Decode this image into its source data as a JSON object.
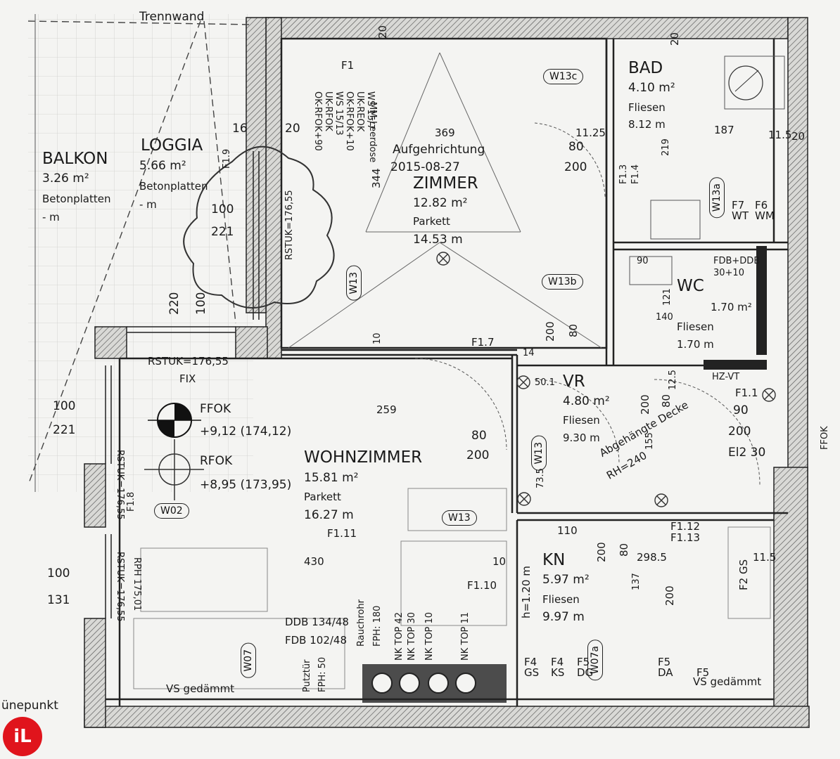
{
  "rooms": {
    "balkon": {
      "name": "BALKON",
      "area": "3.26  m²",
      "floor": "Betonplatten",
      "perimeter": "-          m"
    },
    "loggia": {
      "name": "LOGGIA",
      "area": "5.66  m²",
      "floor": "Betonplatten",
      "perimeter": "-          m"
    },
    "zimmer": {
      "name": "ZIMMER",
      "area": "12.82 m²",
      "floor": "Parkett",
      "perimeter": "14.53  m",
      "note1": "Aufgehrichtung",
      "note2": "2015-08-27",
      "dim": "369"
    },
    "bad": {
      "name": "BAD",
      "area": "4.10  m²",
      "floor": "Fliesen",
      "perimeter": "8.12   m"
    },
    "wc": {
      "name": "WC",
      "area": "1.70  m²",
      "floor": "Fliesen",
      "perimeter": "1.70   m"
    },
    "vr": {
      "name": "VR",
      "area": "4.80  m²",
      "floor": "Fliesen",
      "perimeter": "9.30   m"
    },
    "wohnzimmer": {
      "name": "WOHNZIMMER",
      "area": "15.81 m²",
      "floor": "Parkett",
      "perimeter": "16.27   m"
    },
    "kn": {
      "name": "KN",
      "area": "5.97  m²",
      "floor": "Fliesen",
      "perimeter": "9.97   m"
    }
  },
  "levels": {
    "ffok_label": "FFOK",
    "ffok_value": "+9,12 (174,12)",
    "rfok_label": "RFOK",
    "rfok_value": "+8,95 (173,95)"
  },
  "notes": {
    "trennwand": "Trennwand",
    "rstuk_top": "RSTUK=176,55",
    "fix": "FIX",
    "rstuk_left": "RSTUK=176,55",
    "rstuk_loggia": "RSTUK=176,55",
    "rstuk_lower": "RSTUK=176,55",
    "rph": "RPH 175,01",
    "abgehaengte1": "Abgehängte Decke",
    "abgehaengte2": "RH=240",
    "ddb": "DDB 134/48",
    "fdb": "FDB 102/48",
    "vs_left": "VS gedämmt",
    "vs_right": "VS gedämmt",
    "rauchrohr": "Rauchrohr",
    "fph": "FPH: 180",
    "putztuer": "Putztür",
    "fph50": "FPH: 50",
    "window_spec": [
      "WS 15/7",
      "UK-REOK",
      "OK-RFOK+10",
      "WS 15/13",
      "UK-RFOK",
      "OK-RFOK+90"
    ],
    "nk_top": [
      "NK TOP 42",
      "NK TOP 30",
      "NK TOP 10",
      "NK TOP 11"
    ],
    "mm": "MM-Leerdose",
    "el": "El2 30",
    "hz": "HZ-VT",
    "fdb_wc": "FDB+DDB",
    "fdb_wc2": "30+10",
    "fok": "FFOK",
    "gruene": "ünepunkt"
  },
  "tags": {
    "w13c": "W13c",
    "w13b": "W13b",
    "w13_z": "W13",
    "w13_vr": "W13",
    "w13_wz": "W13",
    "w02": "W02",
    "w07": "W07",
    "w07a": "W07a",
    "w13a": "W13a"
  },
  "dims": {
    "d100_221_a": "100",
    "d100_221_b": "221",
    "d100_221_c": "100",
    "d100_221_d": "221",
    "d220": "220",
    "d100v": "100",
    "d100_131_a": "100",
    "d100_131_b": "131",
    "d16": "16",
    "d20a": "20",
    "d20b": "20",
    "d20c": "20",
    "d20d": "20",
    "d344": "344",
    "d259": "259",
    "d80a": "80",
    "d200a": "200",
    "d80b": "80",
    "d200b": "200",
    "d11_25": "11.25",
    "d187": "187",
    "d11_5": "11.5",
    "d219": "219",
    "d430": "430",
    "d110": "110",
    "d200c": "200",
    "d80c": "80",
    "d298_5": "298.5",
    "d200d": "200",
    "d73_5": "73.5",
    "d10a": "10",
    "d10b": "10",
    "d14": "14",
    "d50_1": "50.1",
    "d155": "155",
    "d12_5": "12.5",
    "d200e": "200",
    "d80d": "80",
    "d90a": "90",
    "d200f": "200",
    "d90b": "90",
    "d140": "140",
    "d121": "121",
    "d137": "137",
    "d11_5b": "11.5",
    "d200g": "200",
    "d80e": "80",
    "h120": "h=1.20 m"
  },
  "fixtures": {
    "f1": "F1",
    "f1_1": "F1.1",
    "f1_3": "F1.3",
    "f1_4": "F1.4",
    "f1_7": "F1.7",
    "f1_8": "F1.8",
    "f1_9": "F1.9",
    "f1_10": "F1.10",
    "f1_11": "F1.11",
    "f1_12": "F1.12",
    "f1_13": "F1.13",
    "f2_gs": "F2 GS",
    "f4_gs": "F4 GS",
    "f4_ks": "F4 KS",
    "f5_dg": "F5 DG",
    "f5_da": "F5 DA",
    "f5": "F5",
    "f7_wt": "F7 WT",
    "f6_wm": "F6 WM"
  }
}
